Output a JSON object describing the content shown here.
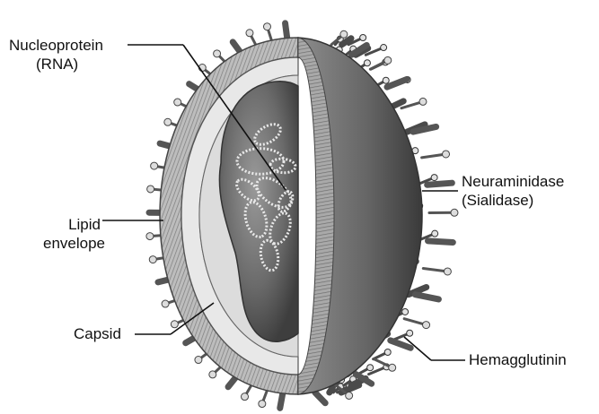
{
  "labels": {
    "nucleoprotein": {
      "line1": "Nucleoprotein",
      "line2": "(RNA)"
    },
    "lipid_envelope": {
      "line1": "Lipid",
      "line2": "envelope"
    },
    "capsid": {
      "line1": "Capsid"
    },
    "neuraminidase": {
      "line1": "Neuraminidase",
      "line2": "(Sialidase)"
    },
    "hemagglutinin": {
      "line1": "Hemagglutinin"
    }
  },
  "colors": {
    "envelope_outer": "#8a8a8a",
    "membrane_ring": "#c8c8c8",
    "capsid_space": "#e6e6e6",
    "core": "#6f6f6f",
    "surface_shading": "#5a5a5a",
    "spike": "#7a7a7a",
    "ink": "#111111"
  }
}
